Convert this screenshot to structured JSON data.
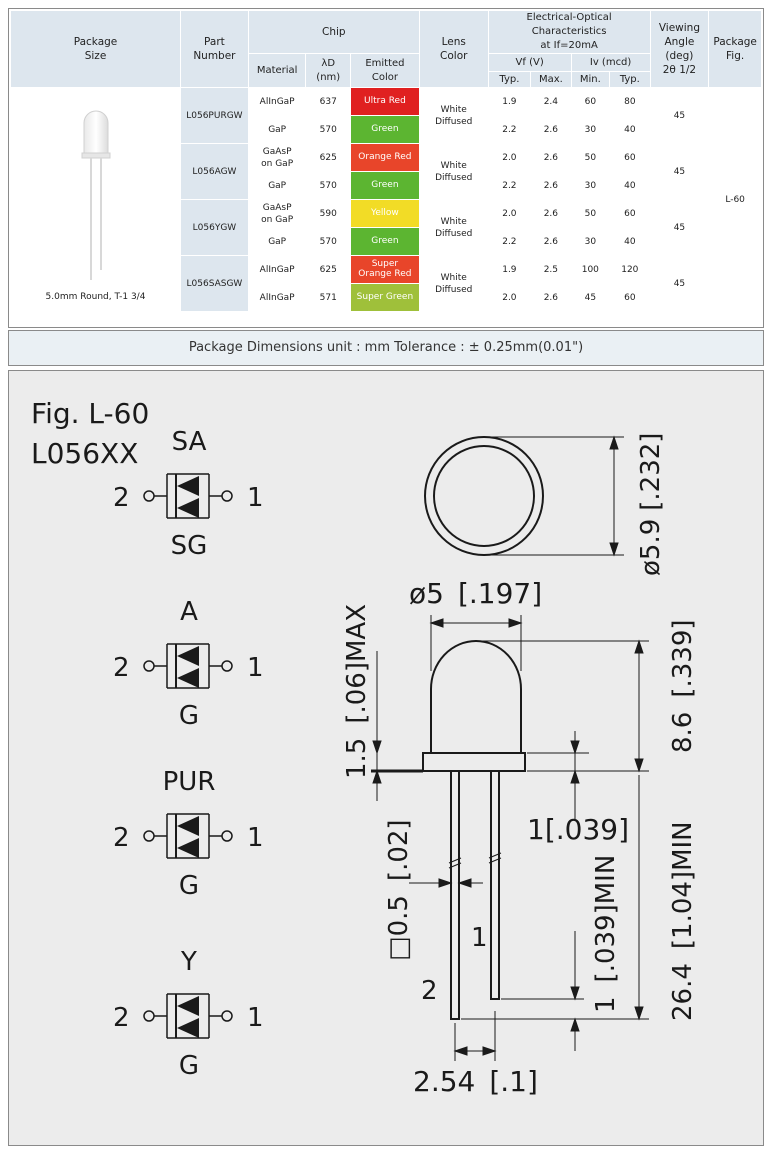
{
  "table": {
    "headers": {
      "package_size": "Package\nSize",
      "part_number": "Part\nNumber",
      "chip": "Chip",
      "material": "Material",
      "lambda_d": "λD\n(nm)",
      "emitted_color": "Emitted\nColor",
      "lens_color": "Lens\nColor",
      "electrical_optical": "Electrical-Optical\nCharacteristics\nat If=20mA",
      "vf": "Vf (V)",
      "iv": "Iv (mcd)",
      "typ": "Typ.",
      "max": "Max.",
      "min": "Min.",
      "typ2": "Typ.",
      "viewing_angle": "Viewing\nAngle\n(deg)\n2θ 1/2",
      "package_fig": "Package\nFig."
    },
    "package_label": "5.0mm Round, T-1 3/4",
    "package_fig_value": "L-60",
    "parts": [
      {
        "part": "L056PURGW",
        "lens": "White\nDiffused",
        "angle": "45",
        "rows": [
          {
            "material": "AlInGaP",
            "ld": "637",
            "color": "Ultra Red",
            "vf_typ": "1.9",
            "vf_max": "2.4",
            "iv_min": "60",
            "iv_typ": "80"
          },
          {
            "material": "GaP",
            "ld": "570",
            "color": "Green",
            "vf_typ": "2.2",
            "vf_max": "2.6",
            "iv_min": "30",
            "iv_typ": "40"
          }
        ]
      },
      {
        "part": "L056AGW",
        "lens": "White\nDiffused",
        "angle": "45",
        "rows": [
          {
            "material": "GaAsP\non GaP",
            "ld": "625",
            "color": "Orange Red",
            "vf_typ": "2.0",
            "vf_max": "2.6",
            "iv_min": "50",
            "iv_typ": "60"
          },
          {
            "material": "GaP",
            "ld": "570",
            "color": "Green",
            "vf_typ": "2.2",
            "vf_max": "2.6",
            "iv_min": "30",
            "iv_typ": "40"
          }
        ]
      },
      {
        "part": "L056YGW",
        "lens": "White\nDiffused",
        "angle": "45",
        "rows": [
          {
            "material": "GaAsP\non GaP",
            "ld": "590",
            "color": "Yellow",
            "vf_typ": "2.0",
            "vf_max": "2.6",
            "iv_min": "50",
            "iv_typ": "60"
          },
          {
            "material": "GaP",
            "ld": "570",
            "color": "Green",
            "vf_typ": "2.2",
            "vf_max": "2.6",
            "iv_min": "30",
            "iv_typ": "40"
          }
        ]
      },
      {
        "part": "L056SASGW",
        "lens": "White\nDiffused",
        "angle": "45",
        "rows": [
          {
            "material": "AlInGaP",
            "ld": "625",
            "color": "Super\nOrange Red",
            "vf_typ": "1.9",
            "vf_max": "2.5",
            "iv_min": "100",
            "iv_typ": "120"
          },
          {
            "material": "AlInGaP",
            "ld": "571",
            "color": "Super Green",
            "vf_typ": "2.0",
            "vf_max": "2.6",
            "iv_min": "45",
            "iv_typ": "60"
          }
        ]
      }
    ]
  },
  "dimensions_bar": "Package Dimensions   unit : mm  Tolerance : ± 0.25mm(0.01\")",
  "drawing": {
    "fig_title": "Fig. L-60",
    "fig_subtitle": "L056XX",
    "symbols": [
      {
        "top": "SA",
        "bottom": "SG",
        "left_pin": "2",
        "right_pin": "1"
      },
      {
        "top": "A",
        "bottom": "G",
        "left_pin": "2",
        "right_pin": "1"
      },
      {
        "top": "PUR",
        "bottom": "G",
        "left_pin": "2",
        "right_pin": "1"
      },
      {
        "top": "Y",
        "bottom": "G",
        "left_pin": "2",
        "right_pin": "1"
      }
    ],
    "dims": {
      "top_diameter": "ø5.9",
      "top_diameter_in": "[.232]",
      "body_diameter": "ø5",
      "body_diameter_in": "[.197]",
      "dome_height": "8.6",
      "dome_height_in": "[.339]",
      "flange": "1.5",
      "flange_in": "[.06]MAX",
      "lead_sq": "□0.5",
      "lead_sq_in": "[.02]",
      "standoff": "1",
      "standoff_in": "[.039]",
      "lead_len": "26.4",
      "lead_len_in": "[1.04]MIN",
      "min_space": "1",
      "min_space_in": "[.039]MIN",
      "pitch": "2.54",
      "pitch_in": "[.1]",
      "pin1": "1",
      "pin2": "2"
    }
  }
}
